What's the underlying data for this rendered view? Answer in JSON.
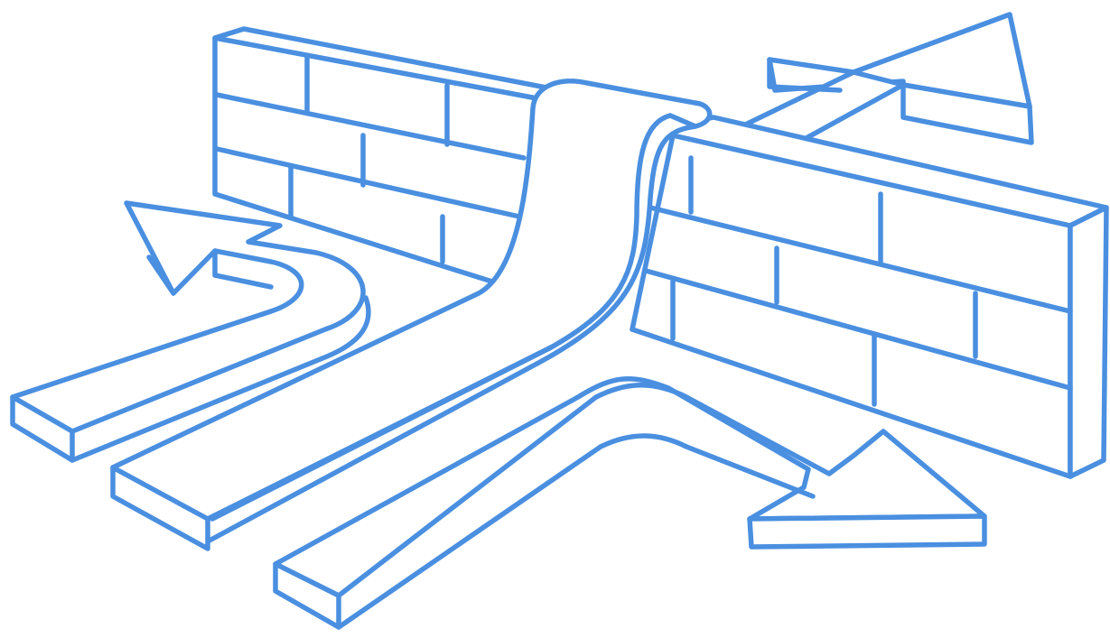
{
  "illustration": {
    "stroke_color": "#4a8fe0",
    "background_color": "#ffffff",
    "elements": {
      "wall": "brick-wall",
      "paths": [
        "arrow-left-turn",
        "ribbon-over-wall",
        "arrow-over-wall",
        "arrow-right-turn"
      ]
    }
  }
}
